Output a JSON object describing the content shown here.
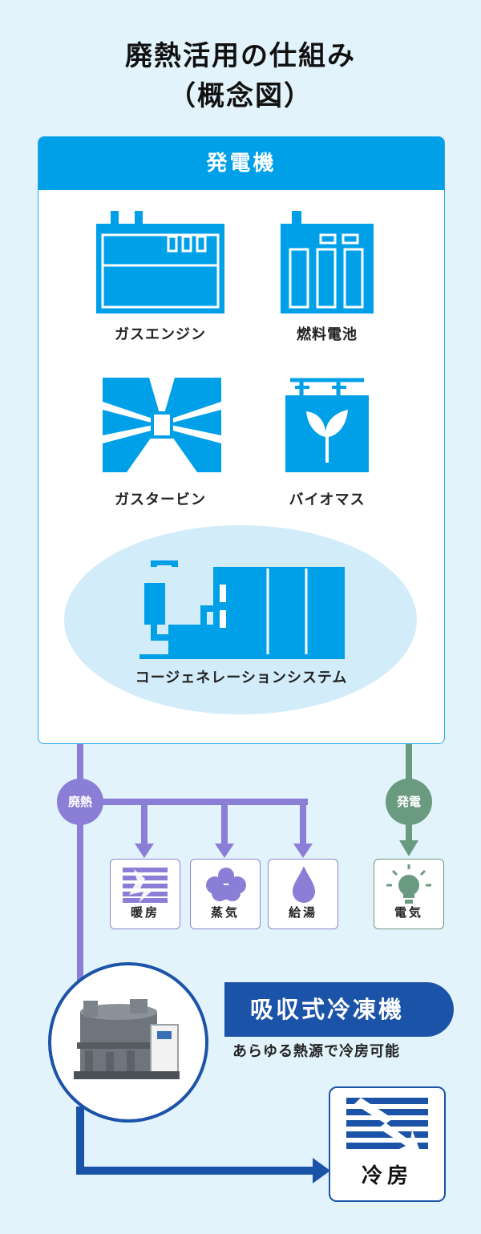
{
  "title": {
    "line1": "廃熱活用の仕組み",
    "line2": "（概念図）"
  },
  "generator": {
    "heading": "発電機",
    "items": [
      {
        "label": "ガスエンジン",
        "icon": "gas-engine-icon"
      },
      {
        "label": "燃料電池",
        "icon": "fuel-cell-icon"
      },
      {
        "label": "ガスタービン",
        "icon": "gas-turbine-icon"
      },
      {
        "label": "バイオマス",
        "icon": "biomass-icon"
      }
    ],
    "cogeneration": "コージェネレーションシステム"
  },
  "flows": {
    "waste_heat": "廃熱",
    "power": "発電"
  },
  "outputs": [
    {
      "label": "暖房",
      "icon": "heating-icon"
    },
    {
      "label": "蒸気",
      "icon": "steam-icon"
    },
    {
      "label": "給湯",
      "icon": "hot-water-icon"
    },
    {
      "label": "電気",
      "icon": "light-bulb-icon"
    }
  ],
  "chiller": {
    "name": "吸収式冷凍機",
    "tagline": "あらゆる熱源で冷房可能"
  },
  "cooling": {
    "label": "冷房",
    "icon": "cooling-icon"
  },
  "colors": {
    "blue": "#00a0e9",
    "purple": "#8a7ed6",
    "green": "#6a9a80",
    "navy": "#1b53a8"
  }
}
